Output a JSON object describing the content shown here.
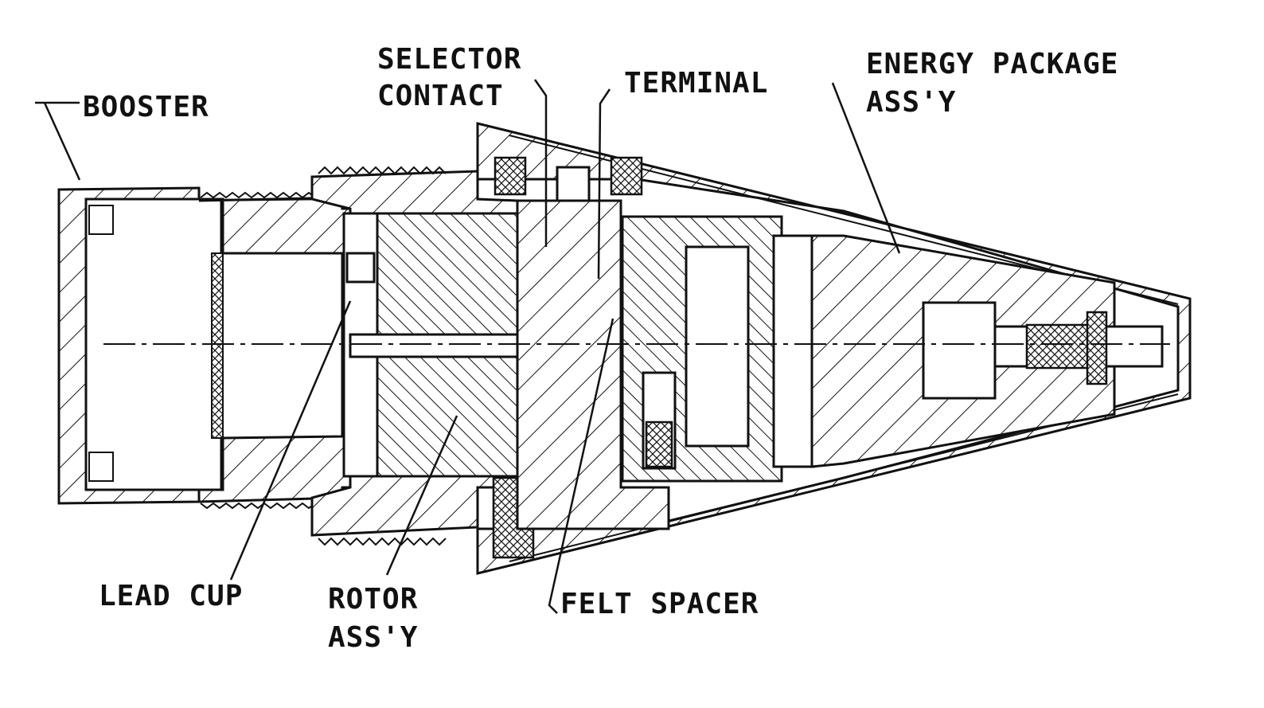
{
  "labels": {
    "booster": "BOOSTER",
    "selector_contact_line1": "SELECTOR",
    "selector_contact_line2": "CONTACT",
    "terminal": "TERMINAL",
    "energy_package_line1": "ENERGY PACKAGE",
    "energy_package_line2": "ASS'Y",
    "lead_cup": "LEAD CUP",
    "rotor_assy_line1": "ROTOR",
    "rotor_assy_line2": "ASS'Y",
    "felt_spacer": "FELT SPACER"
  },
  "colors": {
    "ink": "#111111",
    "background": "#ffffff"
  }
}
